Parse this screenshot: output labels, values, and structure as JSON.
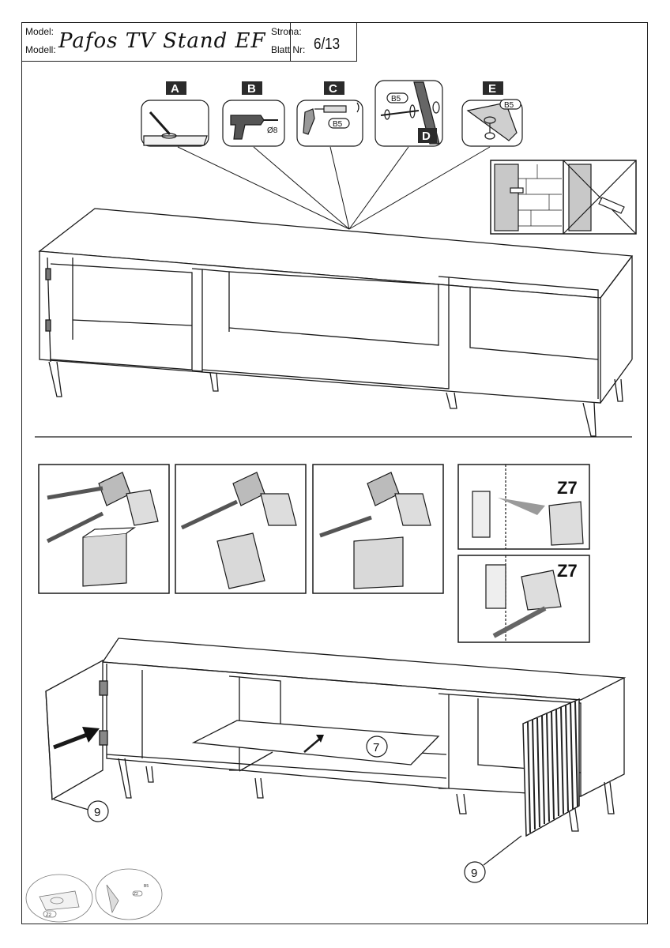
{
  "header": {
    "model_label_1": "Model:",
    "model_label_2": "Modell:",
    "model_name": "Pafos TV Stand EF",
    "page_label_1": "Strona:",
    "page_label_2": "Blatt Nr:",
    "page_number": "6/13"
  },
  "tools": [
    {
      "letter": "A",
      "icon": "pencil-mark-icon"
    },
    {
      "letter": "B",
      "icon": "drill-icon",
      "caption": "Ø8"
    },
    {
      "letter": "C",
      "icon": "wall-plug-icon",
      "caption": "B5"
    },
    {
      "letter": "D",
      "icon": "screw-washer-icon",
      "caption": "B5"
    },
    {
      "letter": "E",
      "icon": "wall-bracket-icon",
      "caption": "B5"
    }
  ],
  "hinge_label": "Z7",
  "hinge_label_2": "Z7",
  "callouts": {
    "shelf": "7",
    "door_left": "9",
    "door_right": "9",
    "hand_note": "Z2",
    "hand_note_2": "Z2",
    "hand_note_3": "B5"
  },
  "colors": {
    "ink": "#1a1a1a",
    "letter_box": "#2b2b2b",
    "panel_grey": "#d9d9d9",
    "wall_grey": "#c8c8c8"
  }
}
